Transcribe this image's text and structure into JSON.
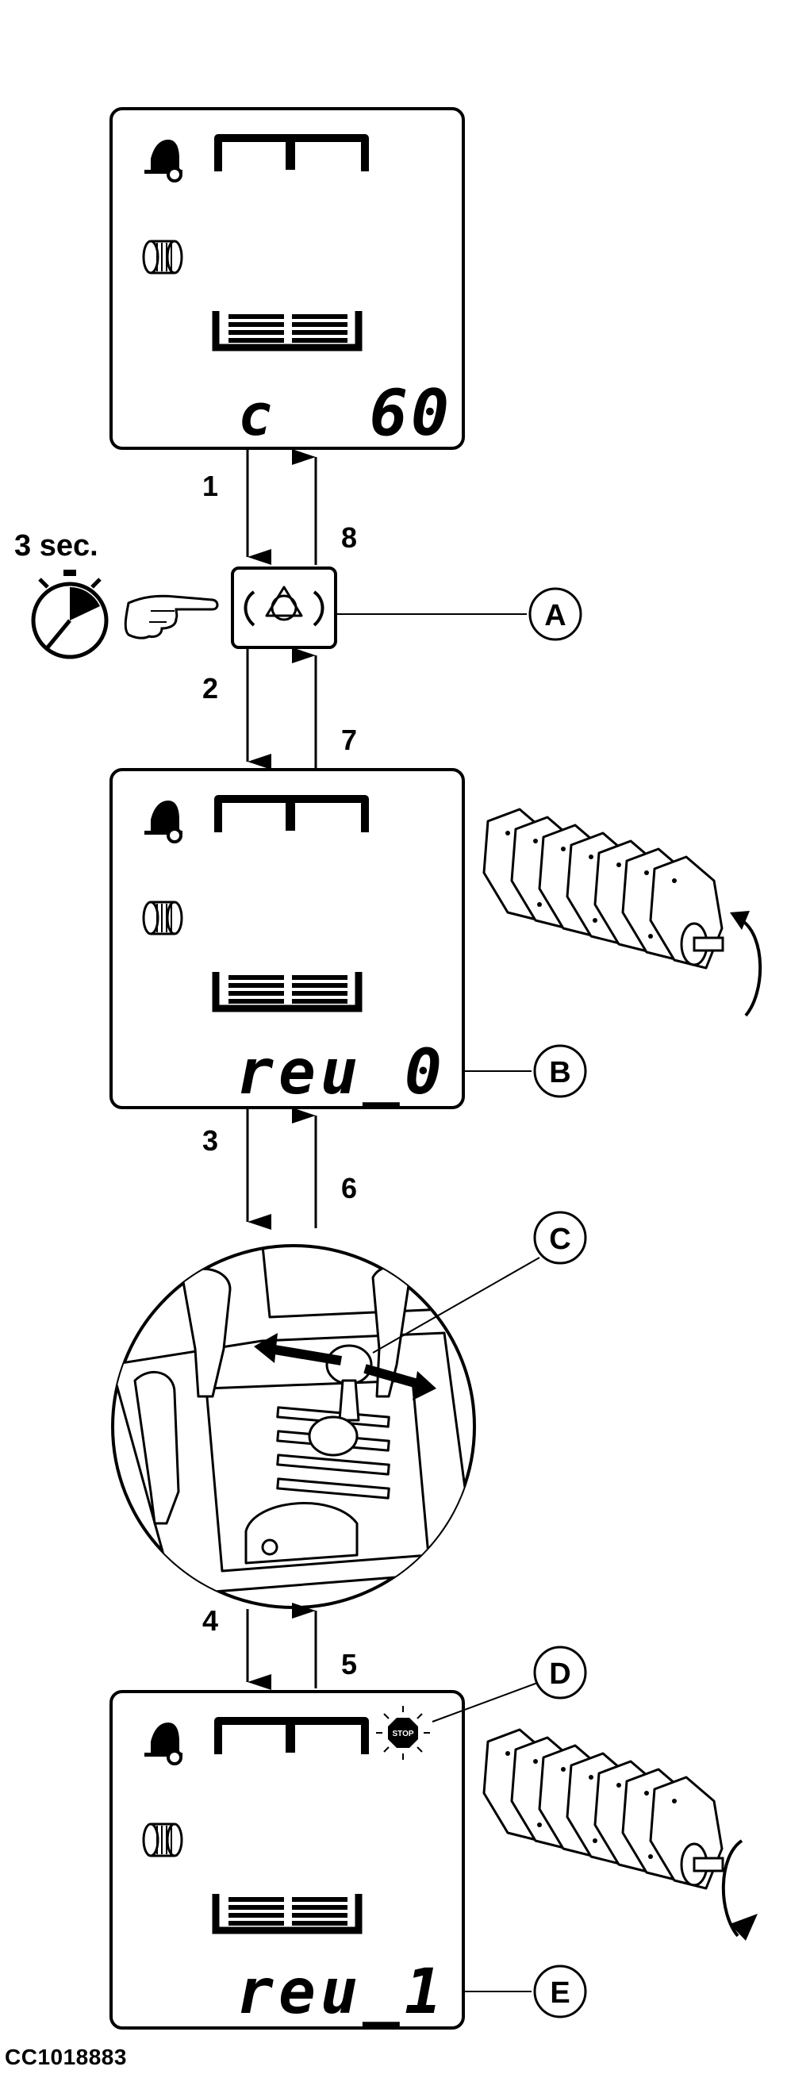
{
  "document_id": "CC1018883",
  "timer_label": "3 sec.",
  "step_numbers": [
    "1",
    "2",
    "3",
    "4",
    "5",
    "6",
    "7",
    "8"
  ],
  "callouts": {
    "a": "A",
    "b": "B",
    "c": "C",
    "d": "D",
    "e": "E"
  },
  "displays": {
    "top": {
      "left": "c",
      "right": "60"
    },
    "middle": {
      "text": "reu_0"
    },
    "bottom": {
      "text": "reu_1"
    }
  },
  "stop_sign_text": "STOP",
  "icons": [
    "bale-chamber-icon",
    "net-roll-icon",
    "knife-bank-icon",
    "stopwatch-icon",
    "pointing-hand-icon",
    "reverse-button-icon",
    "rotor-icon",
    "lever-panel-illustration",
    "stop-sign-icon"
  ]
}
